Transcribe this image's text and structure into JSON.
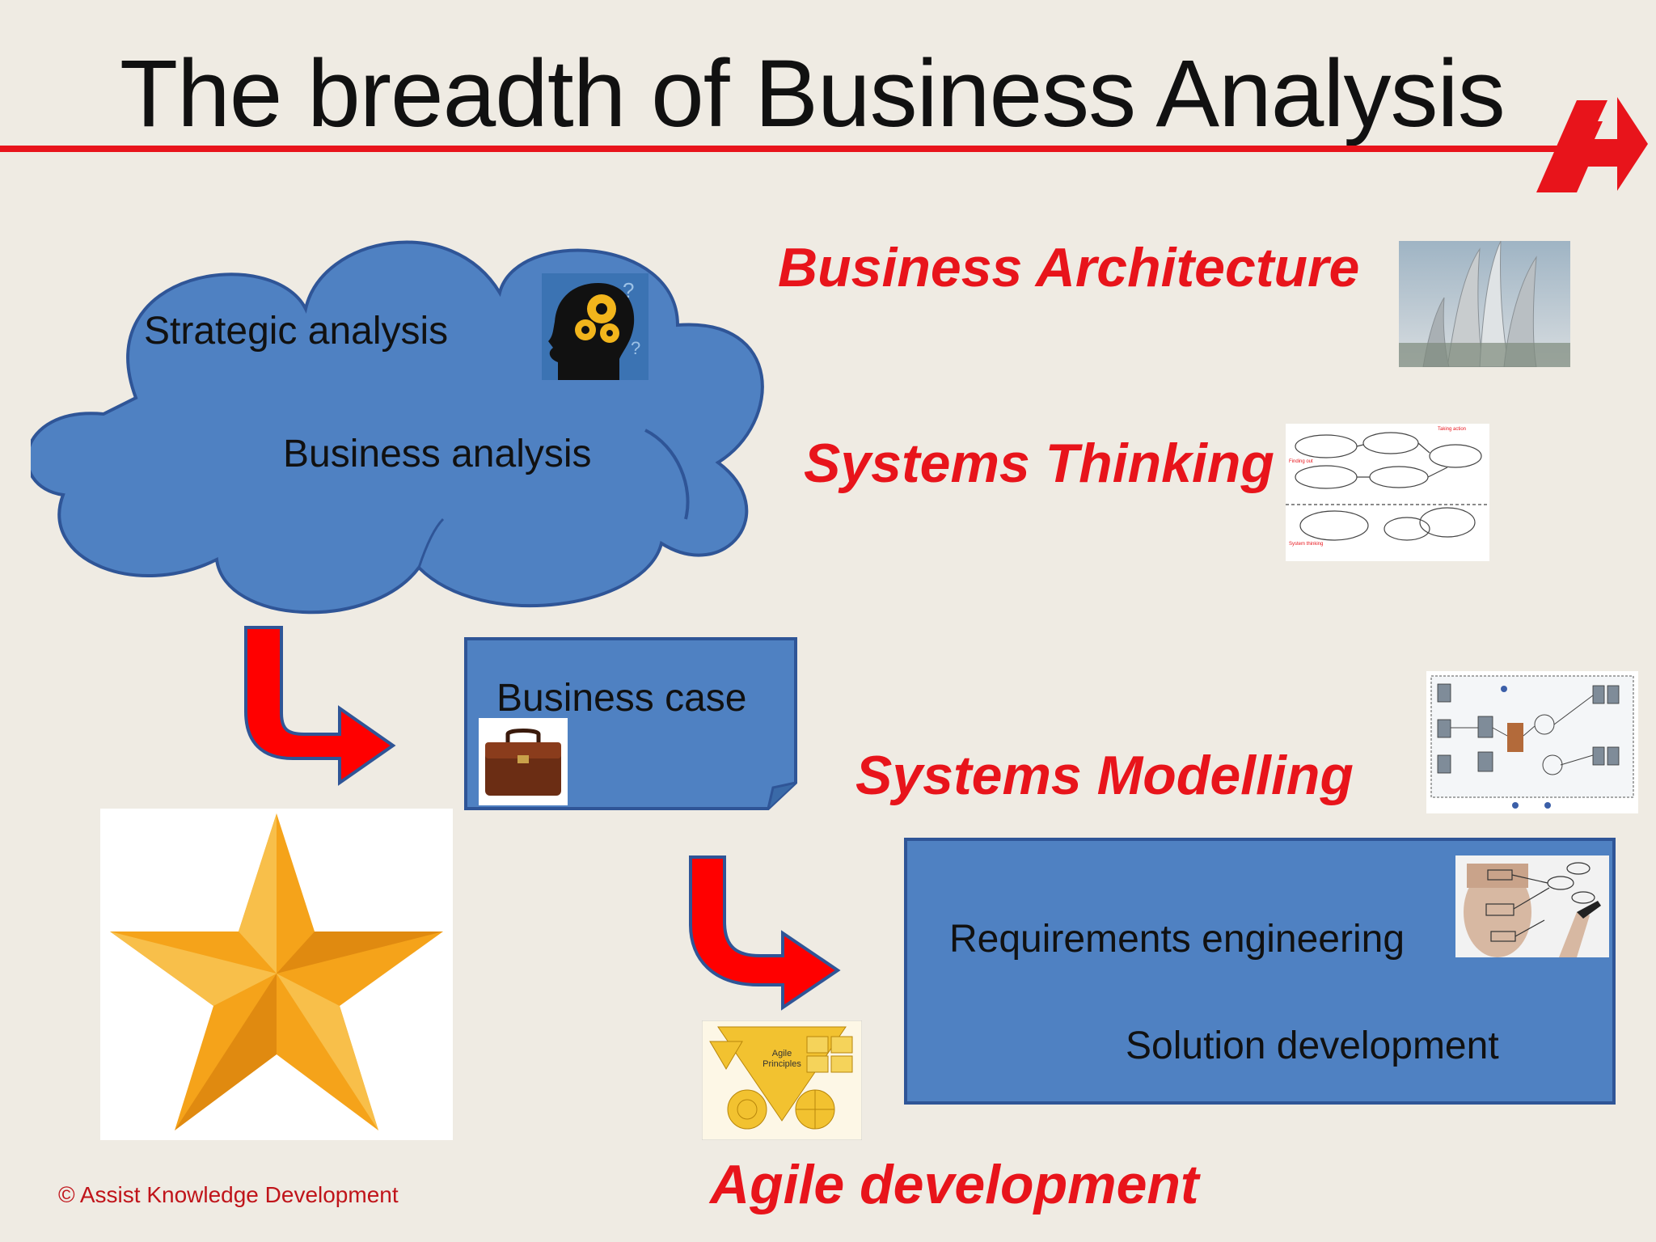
{
  "title": "The breadth of Business Analysis",
  "colors": {
    "accent": "#e8141b",
    "shape_fill": "#4f81c2",
    "shape_stroke": "#2f5597",
    "background": "#efebe3",
    "star": "#f5a31a"
  },
  "cloud": {
    "line1": "Strategic analysis",
    "line2": "Business analysis",
    "icon": "head-gears-icon"
  },
  "business_case": {
    "label": "Business case",
    "icon": "briefcase-icon"
  },
  "requirements_box": {
    "line1": "Requirements engineering",
    "line2": "Solution development",
    "icon": "person-drawing-diagram-icon"
  },
  "labels": {
    "business_architecture": "Business Architecture",
    "systems_thinking": "Systems Thinking",
    "systems_modelling": "Systems Modelling",
    "agile_development": "Agile development"
  },
  "images": {
    "business_architecture": "towers-photo",
    "systems_thinking": "soft-systems-diagram",
    "systems_modelling": "network-architecture-diagram",
    "agile": "agile-principles-diagram",
    "star": "star-icon"
  },
  "footer": "© Assist Knowledge Development"
}
